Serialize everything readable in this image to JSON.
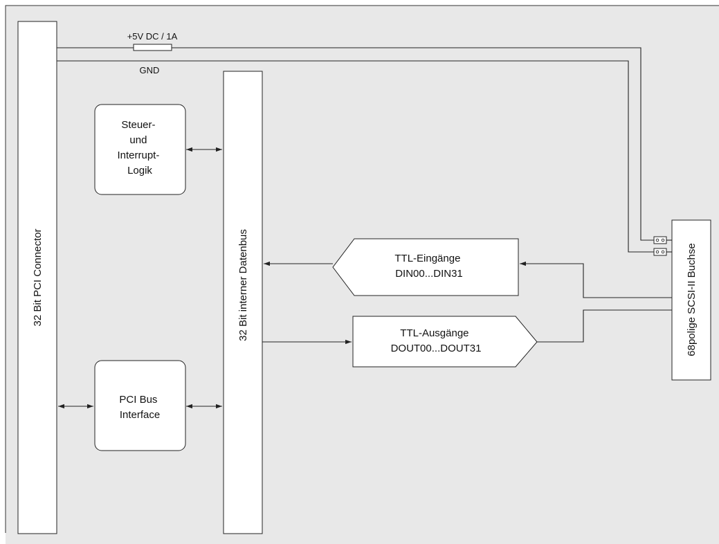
{
  "colors": {
    "background": "#e8e8e8",
    "line": "#222222",
    "box_fill": "#ffffff"
  },
  "power": {
    "voltage_label": "+5V DC / 1A",
    "ground_label": "GND"
  },
  "pci_connector": {
    "label": "32 Bit PCI Connector"
  },
  "internal_bus": {
    "label": "32 Bit interner Datenbus"
  },
  "control_logic": {
    "lines": [
      "Steuer-",
      "und",
      "Interrupt-",
      "Logik"
    ]
  },
  "pci_interface": {
    "lines": [
      "PCI Bus",
      "Interface"
    ]
  },
  "ttl_inputs": {
    "lines": [
      "TTL-Eingänge",
      "DIN00...DIN31"
    ]
  },
  "ttl_outputs": {
    "lines": [
      "TTL-Ausgänge",
      "DOUT00...DOUT31"
    ]
  },
  "scsi_socket": {
    "label": "68polige SCSI-II Buchse"
  }
}
